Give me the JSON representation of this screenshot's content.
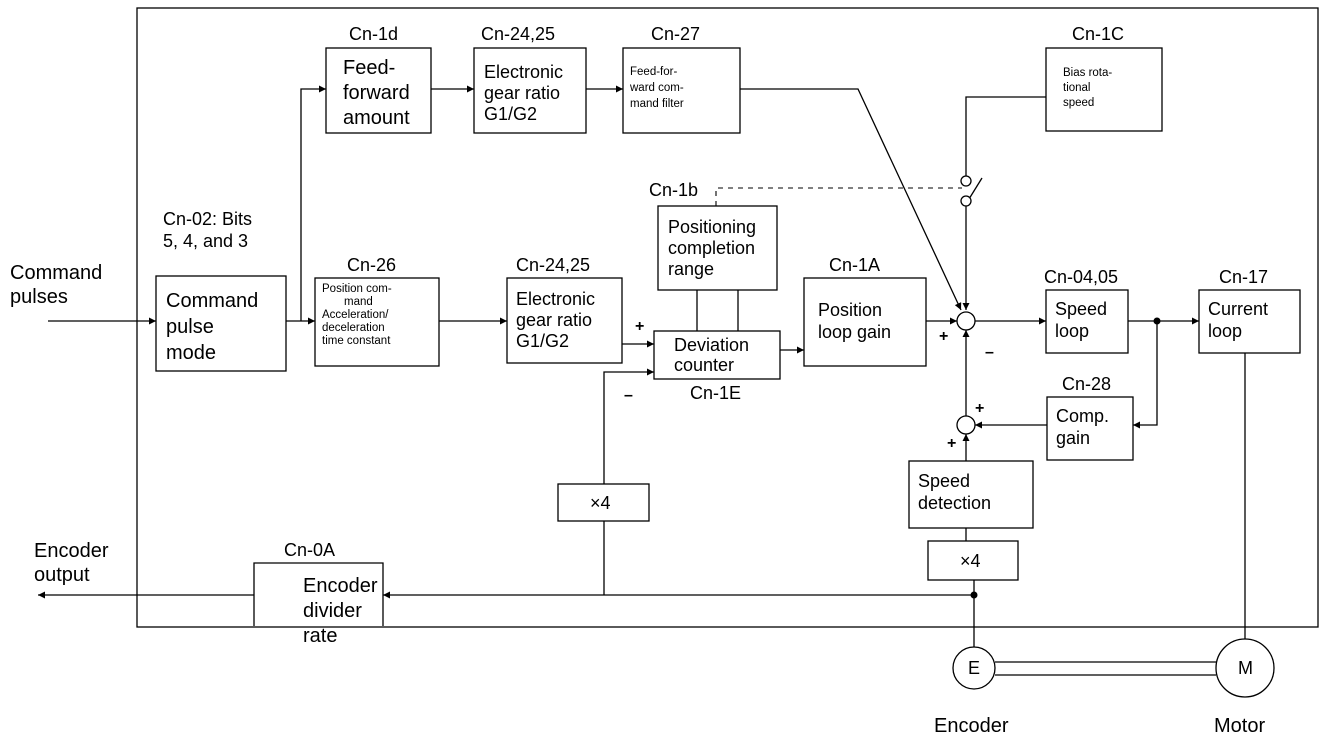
{
  "input": {
    "command_pulses": [
      "Command",
      "pulses"
    ],
    "encoder_output": [
      "Encoder",
      "output"
    ]
  },
  "blocks": {
    "command_pulse_mode": {
      "param": [
        "Cn-02: Bits",
        "5, 4, and 3"
      ],
      "lines": [
        "Command",
        "pulse",
        "mode"
      ]
    },
    "feedforward_amount": {
      "param": "Cn-1d",
      "lines": [
        "Feed-",
        "forward",
        "amount"
      ]
    },
    "gear_ratio_ff": {
      "param": "Cn-24,25",
      "lines": [
        "Electronic",
        "gear ratio",
        "G1/G2"
      ]
    },
    "ff_filter": {
      "param": "Cn-27",
      "lines": [
        "Feed-for-",
        "ward com-",
        "mand filter"
      ]
    },
    "bias_speed": {
      "param": "Cn-1C",
      "lines": [
        "Bias rota-",
        "tional",
        "speed"
      ]
    },
    "accel_decel": {
      "param": "Cn-26",
      "lines": [
        "Position com-",
        "mand",
        "Acceleration/",
        "deceleration",
        "time constant"
      ]
    },
    "gear_ratio_main": {
      "param": "Cn-24,25",
      "lines": [
        "Electronic",
        "gear ratio",
        "G1/G2"
      ]
    },
    "positioning_range": {
      "param": "Cn-1b",
      "lines": [
        "Positioning",
        "completion",
        "range"
      ]
    },
    "deviation_counter": {
      "param": "Cn-1E",
      "lines": [
        "Deviation",
        "counter"
      ]
    },
    "position_loop_gain": {
      "param": "Cn-1A",
      "lines": [
        "Position",
        "loop gain"
      ]
    },
    "speed_loop": {
      "param": "Cn-04,05",
      "lines": [
        "Speed",
        "loop"
      ]
    },
    "current_loop": {
      "param": "Cn-17",
      "lines": [
        "Current",
        "loop"
      ]
    },
    "comp_gain": {
      "param": "Cn-28",
      "lines": [
        "Comp.",
        "gain"
      ]
    },
    "speed_detection": {
      "lines": [
        "Speed",
        "detection"
      ]
    },
    "x4_speed": {
      "label": "×4"
    },
    "x4_feedback": {
      "label": "×4"
    },
    "encoder_divider": {
      "param": "Cn-0A",
      "lines": [
        "Encoder",
        "divider",
        "rate"
      ]
    }
  },
  "signs": {
    "plus": "+",
    "minus": "–"
  },
  "devices": {
    "encoder": {
      "symbol": "E",
      "label": "Encoder"
    },
    "motor": {
      "symbol": "M",
      "label": "Motor"
    }
  }
}
